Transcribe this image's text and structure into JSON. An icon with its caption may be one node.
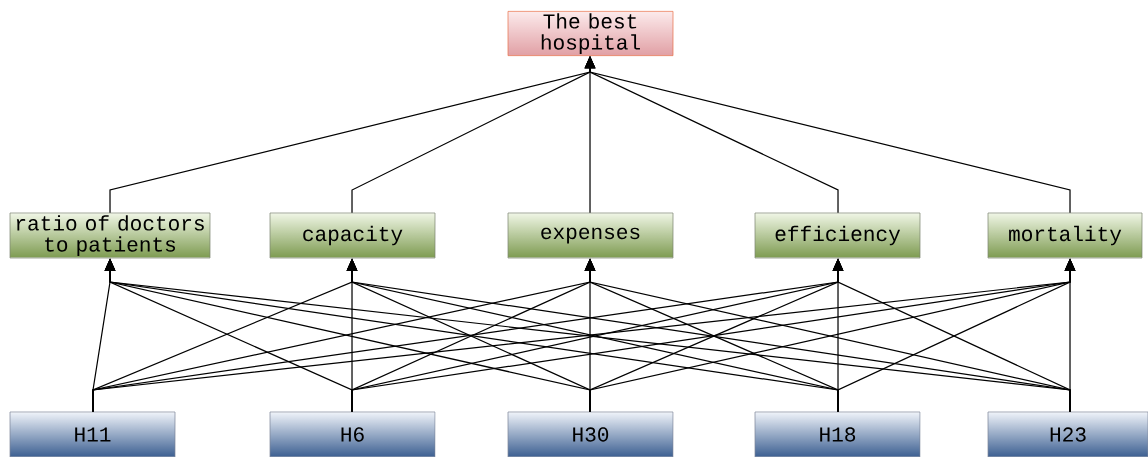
{
  "diagram": {
    "nodes": [
      {
        "text": [
          "The best hospital"
        ]
      },
      {
        "text": [
          "ratio of doctors to patients"
        ]
      },
      {
        "text": [
          "capacity"
        ]
      },
      {
        "text": [
          "expenses"
        ]
      },
      {
        "text": [
          "efficiency"
        ]
      },
      {
        "text": [
          "mortality"
        ]
      },
      {
        "text": [
          "H11"
        ]
      },
      {
        "text": [
          "H6"
        ]
      },
      {
        "text": [
          "H30"
        ]
      },
      {
        "text": [
          "H18"
        ]
      },
      {
        "text": [
          "H23"
        ]
      }
    ],
    "edges": [
      {
        "from": 1,
        "to": 0,
        "arrow": "to"
      },
      {
        "from": 2,
        "to": 0,
        "arrow": "to"
      },
      {
        "from": 3,
        "to": 0,
        "arrow": "to"
      },
      {
        "from": 4,
        "to": 0,
        "arrow": "to"
      },
      {
        "from": 5,
        "to": 0,
        "arrow": "to"
      },
      {
        "from": 6,
        "to": 1,
        "arrow": "to"
      },
      {
        "from": 6,
        "to": 2,
        "arrow": "to"
      },
      {
        "from": 6,
        "to": 3,
        "arrow": "to"
      },
      {
        "from": 6,
        "to": 4,
        "arrow": "to"
      },
      {
        "from": 6,
        "to": 5,
        "arrow": "to"
      },
      {
        "from": 7,
        "to": 1,
        "arrow": "to"
      },
      {
        "from": 7,
        "to": 2,
        "arrow": "to"
      },
      {
        "from": 7,
        "to": 3,
        "arrow": "to"
      },
      {
        "from": 7,
        "to": 4,
        "arrow": "to"
      },
      {
        "from": 7,
        "to": 5,
        "arrow": "to"
      },
      {
        "from": 8,
        "to": 1,
        "arrow": "to"
      },
      {
        "from": 8,
        "to": 2,
        "arrow": "to"
      },
      {
        "from": 8,
        "to": 3,
        "arrow": "to"
      },
      {
        "from": 8,
        "to": 4,
        "arrow": "to"
      },
      {
        "from": 8,
        "to": 5,
        "arrow": "to"
      },
      {
        "from": 9,
        "to": 1,
        "arrow": "to"
      },
      {
        "from": 9,
        "to": 2,
        "arrow": "to"
      },
      {
        "from": 9,
        "to": 3,
        "arrow": "to"
      },
      {
        "from": 9,
        "to": 4,
        "arrow": "to"
      },
      {
        "from": 9,
        "to": 5,
        "arrow": "to"
      },
      {
        "from": 10,
        "to": 1,
        "arrow": "to"
      },
      {
        "from": 10,
        "to": 2,
        "arrow": "to"
      },
      {
        "from": 10,
        "to": 3,
        "arrow": "to"
      },
      {
        "from": 10,
        "to": 4,
        "arrow": "to"
      },
      {
        "from": 10,
        "to": 5,
        "arrow": "to"
      }
    ]
  }
}
